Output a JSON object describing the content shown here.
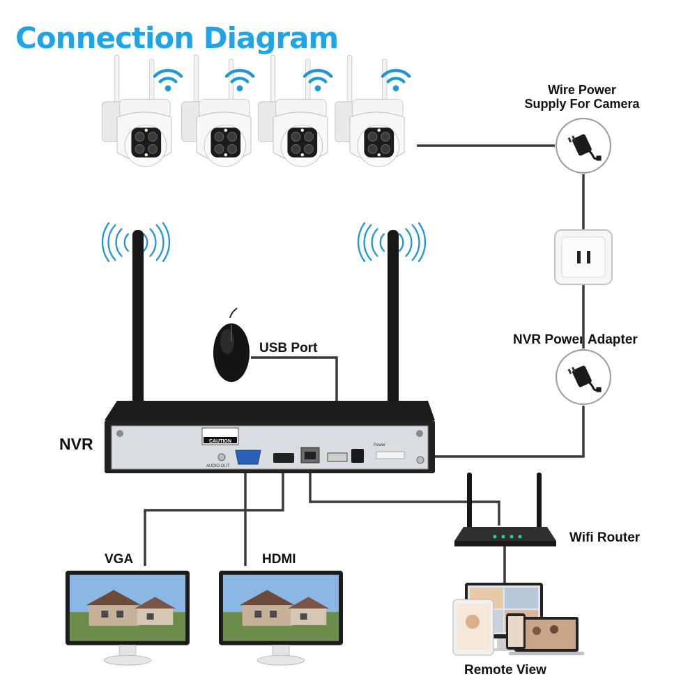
{
  "title": "Connection Diagram",
  "labels": {
    "camera_power": "Wire Power\nSupply For Camera",
    "nvr_power": "NVR Power Adapter",
    "usb_port": "USB Port",
    "nvr": "NVR",
    "vga": "VGA",
    "hdmi": "HDMI",
    "router": "Wifi Router",
    "remote": "Remote View"
  },
  "nvr_panel": {
    "caution": "CAUTION",
    "audio_out": "AUDIO OUT",
    "power": "Power"
  },
  "colors": {
    "title": "#1fa4e6",
    "wifi": "#1f97d6",
    "cable": "#3a3a3a",
    "nvr_body": "#1c1c1c"
  },
  "devices": {
    "cameras": 4,
    "monitors": 2
  }
}
